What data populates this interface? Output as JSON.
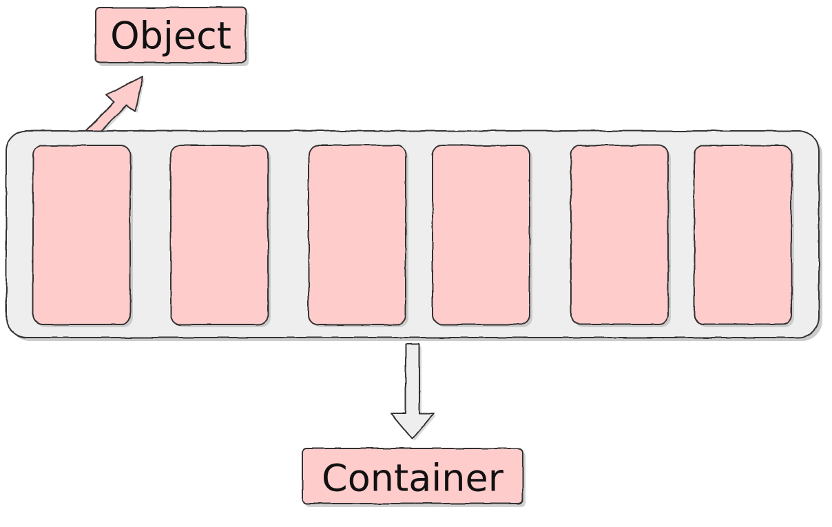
{
  "diagram": {
    "labels": {
      "object": "Object",
      "container": "Container"
    },
    "slot_count": 6,
    "colors": {
      "object_fill": "#ffcccc",
      "container_fill": "#eeeeee",
      "stroke": "#333333",
      "shadow": "#aaaaaa"
    },
    "arrows": [
      {
        "name": "object-arrow",
        "from": "slot-1",
        "to": "object-label",
        "direction": "up-right"
      },
      {
        "name": "container-arrow",
        "from": "container",
        "to": "container-label",
        "direction": "down"
      }
    ]
  }
}
